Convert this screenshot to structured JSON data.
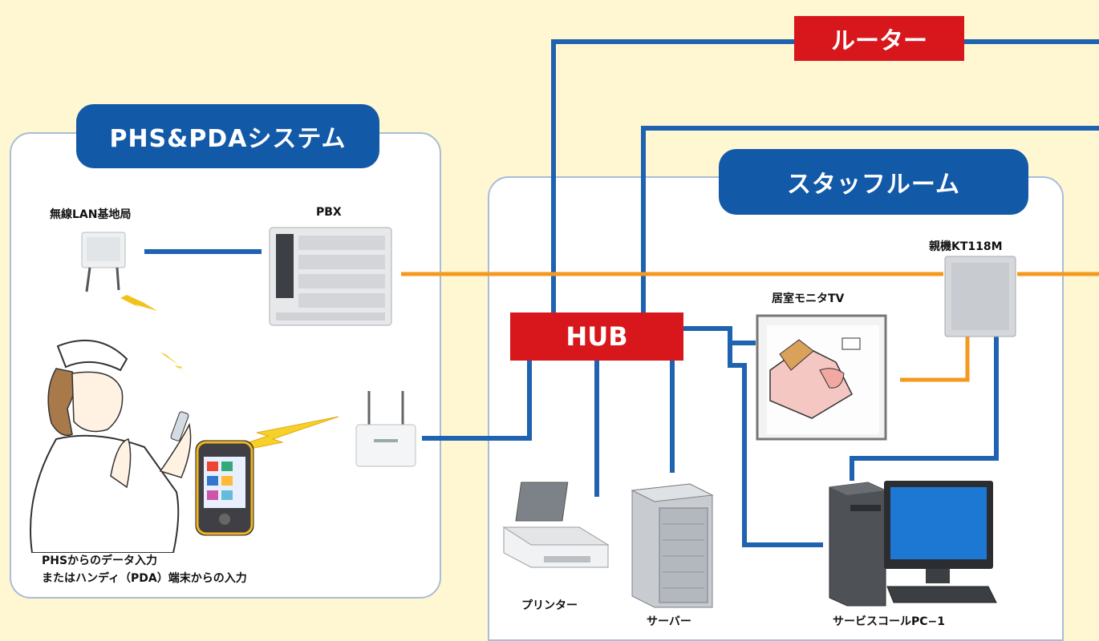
{
  "router": {
    "label": "ルーター"
  },
  "hub": {
    "label": "HUB"
  },
  "phs_system": {
    "title": "PHS&PDAシステム",
    "wireless_lan_label": "無線LAN基地局",
    "pbx_label": "PBX",
    "caption_line1": "PHSからのデータ入力",
    "caption_line2": "またはハンディ（PDA）端末からの入力"
  },
  "staff_room": {
    "title": "スタッフルーム",
    "master_unit_label": "親機KT118M",
    "monitor_label": "居室モニタTV",
    "printer_label": "プリンター",
    "server_label": "サーバー",
    "pc_label": "サービスコールPC−1"
  },
  "colors": {
    "background": "#fff6d2",
    "network_line": "#1e62b0",
    "call_line": "#f39a1e",
    "title_pill": "#1259a8",
    "red_box": "#d8171c",
    "panel_border": "#a9bdd6"
  }
}
